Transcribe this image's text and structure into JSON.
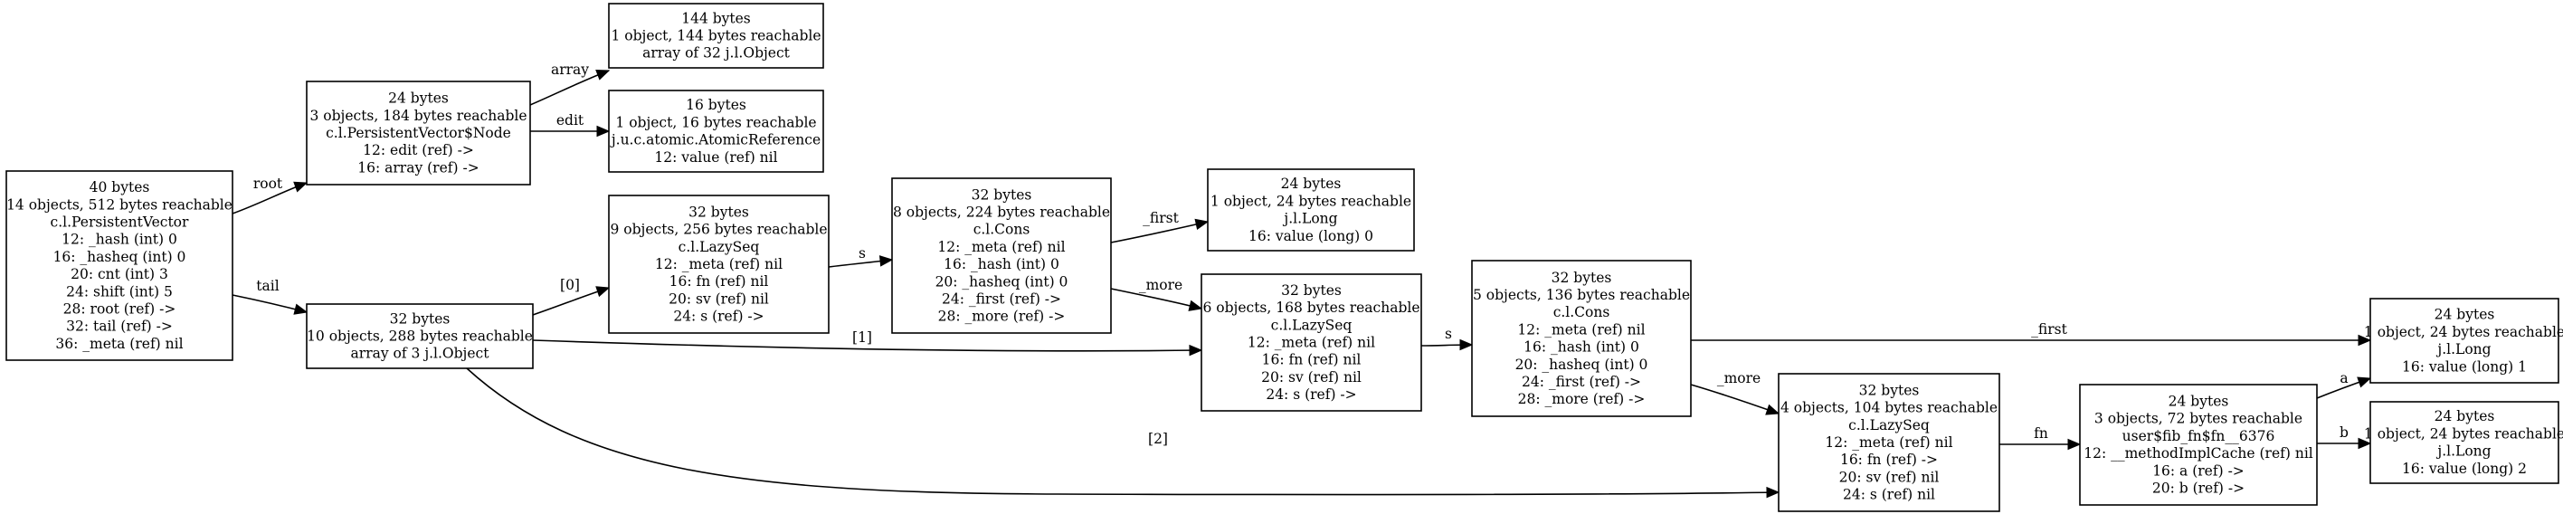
{
  "colors": {
    "stroke": "#000000",
    "background": "#ffffff",
    "text": "#000000"
  },
  "nodes": [
    {
      "id": "n0",
      "lines": [
        "40 bytes",
        "14 objects, 512 bytes reachable",
        "c.l.PersistentVector",
        "12: _hash (int) 0",
        "16: _hasheq (int) 0",
        "20: cnt (int) 3",
        "24: shift (int) 5",
        "28: root (ref) ->",
        "32: tail (ref) ->",
        "36: _meta (ref) nil"
      ]
    },
    {
      "id": "n1",
      "lines": [
        "24 bytes",
        "3 objects, 184 bytes reachable",
        "c.l.PersistentVector$Node",
        "12: edit (ref) ->",
        "16: array (ref) ->"
      ]
    },
    {
      "id": "n2",
      "lines": [
        "144 bytes",
        "1 object, 144 bytes reachable",
        "array of 32 j.l.Object"
      ]
    },
    {
      "id": "n3",
      "lines": [
        "16 bytes",
        "1 object, 16 bytes reachable",
        "j.u.c.atomic.AtomicReference",
        "12: value (ref) nil"
      ]
    },
    {
      "id": "n4",
      "lines": [
        "32 bytes",
        "10 objects, 288 bytes reachable",
        "array of 3 j.l.Object"
      ]
    },
    {
      "id": "n5",
      "lines": [
        "32 bytes",
        "9 objects, 256 bytes reachable",
        "c.l.LazySeq",
        "12: _meta (ref) nil",
        "16: fn (ref) nil",
        "20: sv (ref) nil",
        "24: s (ref) ->"
      ]
    },
    {
      "id": "n6",
      "lines": [
        "32 bytes",
        "8 objects, 224 bytes reachable",
        "c.l.Cons",
        "12: _meta (ref) nil",
        "16: _hash (int) 0",
        "20: _hasheq (int) 0",
        "24: _first (ref) ->",
        "28: _more (ref) ->"
      ]
    },
    {
      "id": "n7",
      "lines": [
        "24 bytes",
        "1 object, 24 bytes reachable",
        "j.l.Long",
        "16: value (long) 0"
      ]
    },
    {
      "id": "n8",
      "lines": [
        "32 bytes",
        "6 objects, 168 bytes reachable",
        "c.l.LazySeq",
        "12: _meta (ref) nil",
        "16: fn (ref) nil",
        "20: sv (ref) nil",
        "24: s (ref) ->"
      ]
    },
    {
      "id": "n9",
      "lines": [
        "32 bytes",
        "5 objects, 136 bytes reachable",
        "c.l.Cons",
        "12: _meta (ref) nil",
        "16: _hash (int) 0",
        "20: _hasheq (int) 0",
        "24: _first (ref) ->",
        "28: _more (ref) ->"
      ]
    },
    {
      "id": "n10",
      "lines": [
        "32 bytes",
        "4 objects, 104 bytes reachable",
        "c.l.LazySeq",
        "12: _meta (ref) nil",
        "16: fn (ref) ->",
        "20: sv (ref) nil",
        "24: s (ref) nil"
      ]
    },
    {
      "id": "n11",
      "lines": [
        "24 bytes",
        "3 objects, 72 bytes reachable",
        "user$fib_fn$fn__6376",
        "12: __methodImplCache (ref) nil",
        "16: a (ref) ->",
        "20: b (ref) ->"
      ]
    },
    {
      "id": "n12",
      "lines": [
        "24 bytes",
        "1 object, 24 bytes reachable",
        "j.l.Long",
        "16: value (long) 1"
      ]
    },
    {
      "id": "n13",
      "lines": [
        "24 bytes",
        "1 object, 24 bytes reachable",
        "j.l.Long",
        "16: value (long) 2"
      ]
    }
  ],
  "edges": [
    {
      "from": "n0",
      "to": "n1",
      "label": "root"
    },
    {
      "from": "n0",
      "to": "n4",
      "label": "tail"
    },
    {
      "from": "n1",
      "to": "n2",
      "label": "array"
    },
    {
      "from": "n1",
      "to": "n3",
      "label": "edit"
    },
    {
      "from": "n4",
      "to": "n5",
      "label": "[0]"
    },
    {
      "from": "n4",
      "to": "n8",
      "label": "[1]"
    },
    {
      "from": "n4",
      "to": "n10",
      "label": "[2]"
    },
    {
      "from": "n5",
      "to": "n6",
      "label": "s"
    },
    {
      "from": "n6",
      "to": "n7",
      "label": "_first"
    },
    {
      "from": "n6",
      "to": "n8",
      "label": "_more"
    },
    {
      "from": "n8",
      "to": "n9",
      "label": "s"
    },
    {
      "from": "n9",
      "to": "n12",
      "label": "_first"
    },
    {
      "from": "n9",
      "to": "n10",
      "label": "_more"
    },
    {
      "from": "n10",
      "to": "n11",
      "label": "fn"
    },
    {
      "from": "n11",
      "to": "n12",
      "label": "a"
    },
    {
      "from": "n11",
      "to": "n13",
      "label": "b"
    }
  ]
}
